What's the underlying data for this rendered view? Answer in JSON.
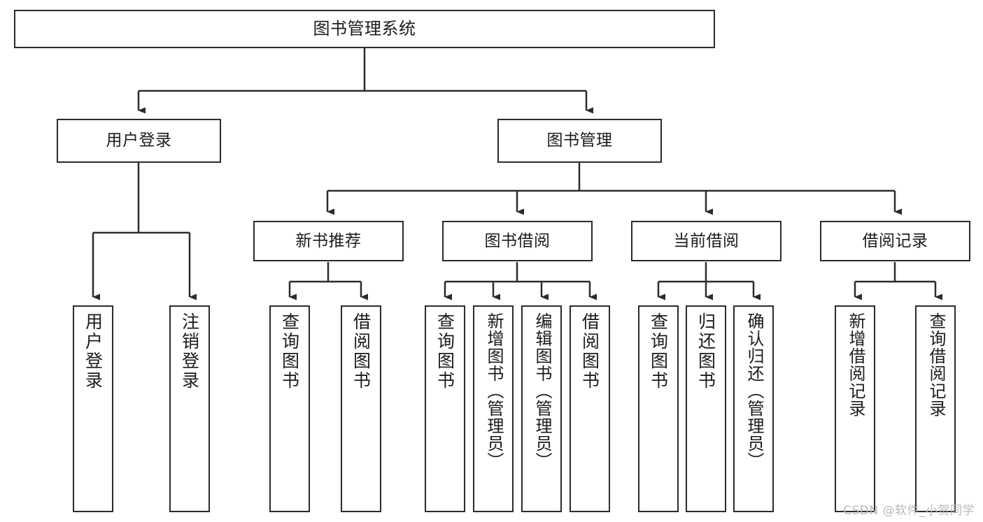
{
  "diagram": {
    "title": "图书管理系统",
    "type": "hierarchy-tree",
    "watermark": "CSDN @软件_小贺同学",
    "root": {
      "label": "图书管理系统"
    },
    "level2": [
      {
        "label": "用户登录"
      },
      {
        "label": "图书管理"
      }
    ],
    "level3": [
      {
        "label": "新书推荐"
      },
      {
        "label": "图书借阅"
      },
      {
        "label": "当前借阅"
      },
      {
        "label": "借阅记录"
      }
    ],
    "leaves": {
      "user_login": [
        {
          "label": "用户登录"
        },
        {
          "label": "注销登录"
        }
      ],
      "new_book_recommend": [
        {
          "label": "查询图书"
        },
        {
          "label": "借阅图书"
        }
      ],
      "book_borrow": [
        {
          "label": "查询图书"
        },
        {
          "label": "新增图书（管理员）"
        },
        {
          "label": "编辑图书（管理员）"
        },
        {
          "label": "借阅图书"
        }
      ],
      "current_borrow": [
        {
          "label": "查询图书"
        },
        {
          "label": "归还图书"
        },
        {
          "label": "确认归还（管理员）"
        }
      ],
      "borrow_record": [
        {
          "label": "新增借阅记录"
        },
        {
          "label": "查询借阅记录"
        }
      ]
    },
    "colors": {
      "border": "#2b2b2b",
      "background": "#ffffff",
      "text": "#1b1b1b",
      "connector": "#2b2b2b",
      "watermark": "#b9b9b9"
    }
  }
}
